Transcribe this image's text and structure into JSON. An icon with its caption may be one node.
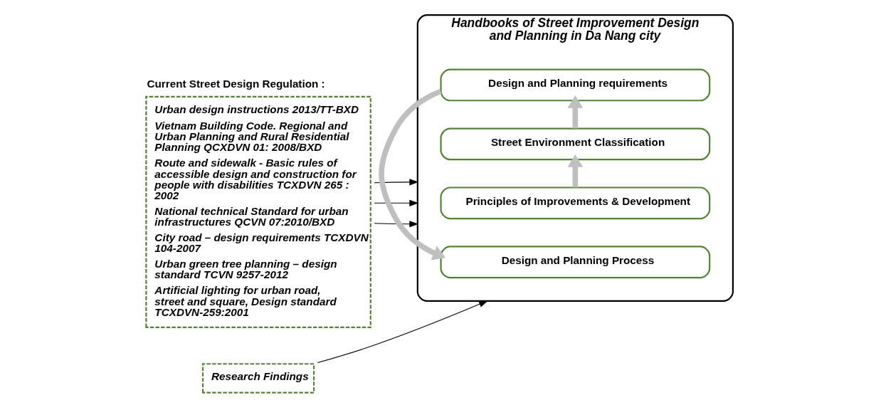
{
  "diagram": {
    "nodes": [
      {
        "text": [
          "Current Street Design Regulation :",
          "Urban design instructions 2013/TT-BXD",
          "Vietnam Building Code. Regional and Urban Planning and Rural Residential Planning QCXDVN 01: 2008/BXD",
          "Route and sidewalk - Basic rules of accessible design and construction for people with disabilities TCXDVN 265 : 2002",
          "National technical Standard for urban infrastructures QCVN 07:2010/BXD",
          "City road – design requirements TCXDVN 104-2007",
          "Urban green tree planning – design standard TCVN 9257-2012",
          "Artificial lighting for urban road, street and square, Design standard TCXDVN-259:2001"
        ]
      },
      {
        "text": [
          "Research Findings"
        ]
      },
      {
        "text": [
          "Handbooks of Street Improvement Design and Planning in Da Nang city"
        ]
      },
      {
        "text": [
          "Principles of Improvements & Development"
        ],
        "in": 2
      },
      {
        "text": [
          "Street Environment Classification"
        ],
        "in": 2
      },
      {
        "text": [
          "Design and Planning requirements"
        ],
        "in": 2
      },
      {
        "text": [
          "Design and Planning Process"
        ],
        "in": 2
      }
    ],
    "edges": [
      {
        "from": 0,
        "to": 2,
        "arrow": "to"
      },
      {
        "from": 0,
        "to": 2,
        "arrow": "to"
      },
      {
        "from": 0,
        "to": 2,
        "arrow": "to"
      },
      {
        "from": 1,
        "to": 2,
        "arrow": "to"
      },
      {
        "from": 3,
        "to": 4,
        "arrow": "to",
        "style": "thick",
        "color": "#bfbfbf"
      },
      {
        "from": 4,
        "to": 5,
        "arrow": "to",
        "style": "thick",
        "color": "#bfbfbf"
      },
      {
        "from": 5,
        "to": 6,
        "arrow": "to",
        "style": "thick",
        "color": "#bfbfbf"
      }
    ]
  }
}
